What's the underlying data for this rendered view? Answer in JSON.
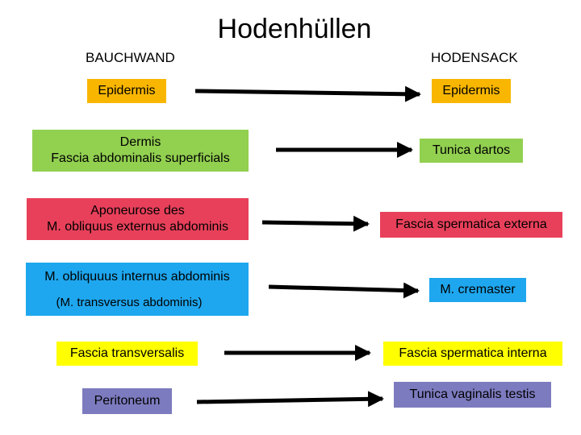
{
  "title": "Hodenhüllen",
  "left_header": "BAUCHWAND",
  "right_header": "HODENSACK",
  "colors": {
    "orange": "#f9b600",
    "green": "#92d050",
    "red": "#e8405a",
    "blue": "#1ea7ef",
    "yellow": "#ffff00",
    "purple": "#7d7bbf"
  },
  "rows": [
    {
      "left_lines": [
        "Epidermis"
      ],
      "right_lines": [
        "Epidermis"
      ]
    },
    {
      "left_lines": [
        "Dermis",
        "Fascia abdominalis superficials"
      ],
      "right_lines": [
        "Tunica dartos"
      ]
    },
    {
      "left_lines": [
        "Aponeurose des",
        "M. obliquus externus abdominis"
      ],
      "right_lines": [
        "Fascia spermatica externa"
      ]
    },
    {
      "left_lines": [
        "M. obliquuus internus abdominis",
        "(M. transversus abdominis)"
      ],
      "right_lines": [
        "M. cremaster"
      ]
    },
    {
      "left_lines": [
        "Fascia transversalis"
      ],
      "right_lines": [
        "Fascia spermatica interna"
      ]
    },
    {
      "left_lines": [
        "Peritoneum"
      ],
      "right_lines": [
        "Tunica vaginalis testis"
      ]
    }
  ]
}
